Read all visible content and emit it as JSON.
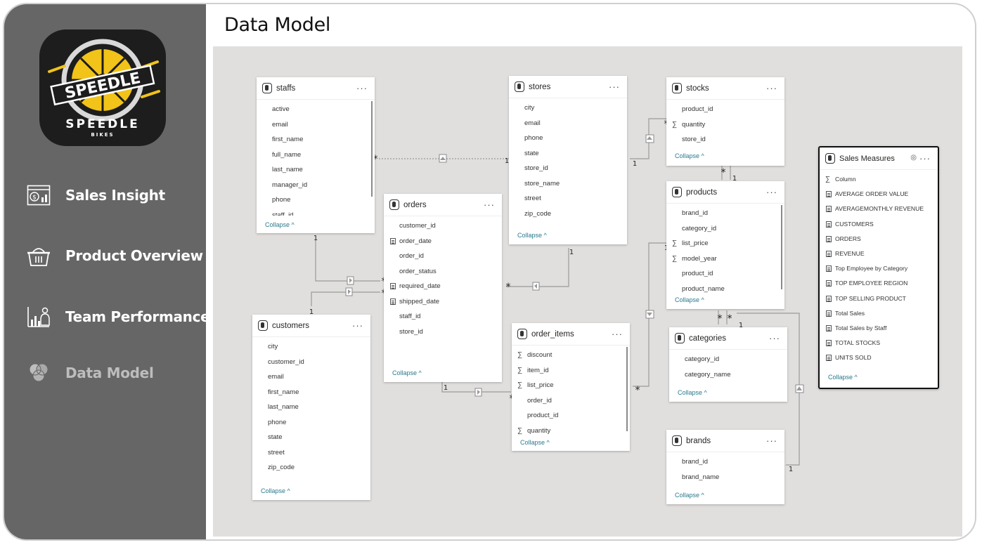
{
  "page_title": "Data Model",
  "sidebar": {
    "logo": {
      "word": "SPEEDLE",
      "sub": "BIKES",
      "accent": "#f2c318"
    },
    "items": [
      {
        "label": "Sales Insight",
        "icon": "sales-report-icon"
      },
      {
        "label": "Product Overview",
        "icon": "basket-icon"
      },
      {
        "label": "Team Performance",
        "icon": "team-chart-icon"
      },
      {
        "label": "Data Model",
        "icon": "model-circles-icon"
      }
    ]
  },
  "collapse_label": "Collapse",
  "tables": {
    "staffs": {
      "name": "staffs",
      "fields": [
        "active",
        "email",
        "first_name",
        "full_name",
        "last_name",
        "manager_id",
        "phone",
        "staff_id"
      ]
    },
    "stores": {
      "name": "stores",
      "fields": [
        "city",
        "email",
        "phone",
        "state",
        "store_id",
        "store_name",
        "street",
        "zip_code"
      ]
    },
    "stocks": {
      "name": "stocks",
      "fields": [
        "product_id",
        "quantity",
        "store_id"
      ]
    },
    "orders": {
      "name": "orders",
      "fields": [
        "customer_id",
        "order_date",
        "order_id",
        "order_status",
        "required_date",
        "shipped_date",
        "staff_id",
        "store_id"
      ]
    },
    "products": {
      "name": "products",
      "fields": [
        "brand_id",
        "category_id",
        "list_price",
        "model_year",
        "product_id",
        "product_name"
      ]
    },
    "customers": {
      "name": "customers",
      "fields": [
        "city",
        "customer_id",
        "email",
        "first_name",
        "last_name",
        "phone",
        "state",
        "street",
        "zip_code"
      ]
    },
    "order_items": {
      "name": "order_items",
      "fields": [
        "discount",
        "item_id",
        "list_price",
        "order_id",
        "product_id",
        "quantity"
      ]
    },
    "categories": {
      "name": "categories",
      "fields": [
        "category_id",
        "category_name"
      ]
    },
    "brands": {
      "name": "brands",
      "fields": [
        "brand_id",
        "brand_name"
      ]
    },
    "measures": {
      "name": "Sales Measures",
      "fields": [
        "Column",
        "AVERAGE ORDER VALUE",
        "AVERAGEMONTHLY REVENUE",
        "CUSTOMERS",
        "ORDERS",
        "REVENUE",
        "Top Employee by Category",
        "TOP EMPLOYEE REGION",
        "TOP SELLING PRODUCT",
        "Total Sales",
        "Total Sales by Staff",
        "TOTAL STOCKS",
        "UNITS SOLD"
      ]
    }
  },
  "cardinality": {
    "one": "1",
    "many": "*"
  }
}
